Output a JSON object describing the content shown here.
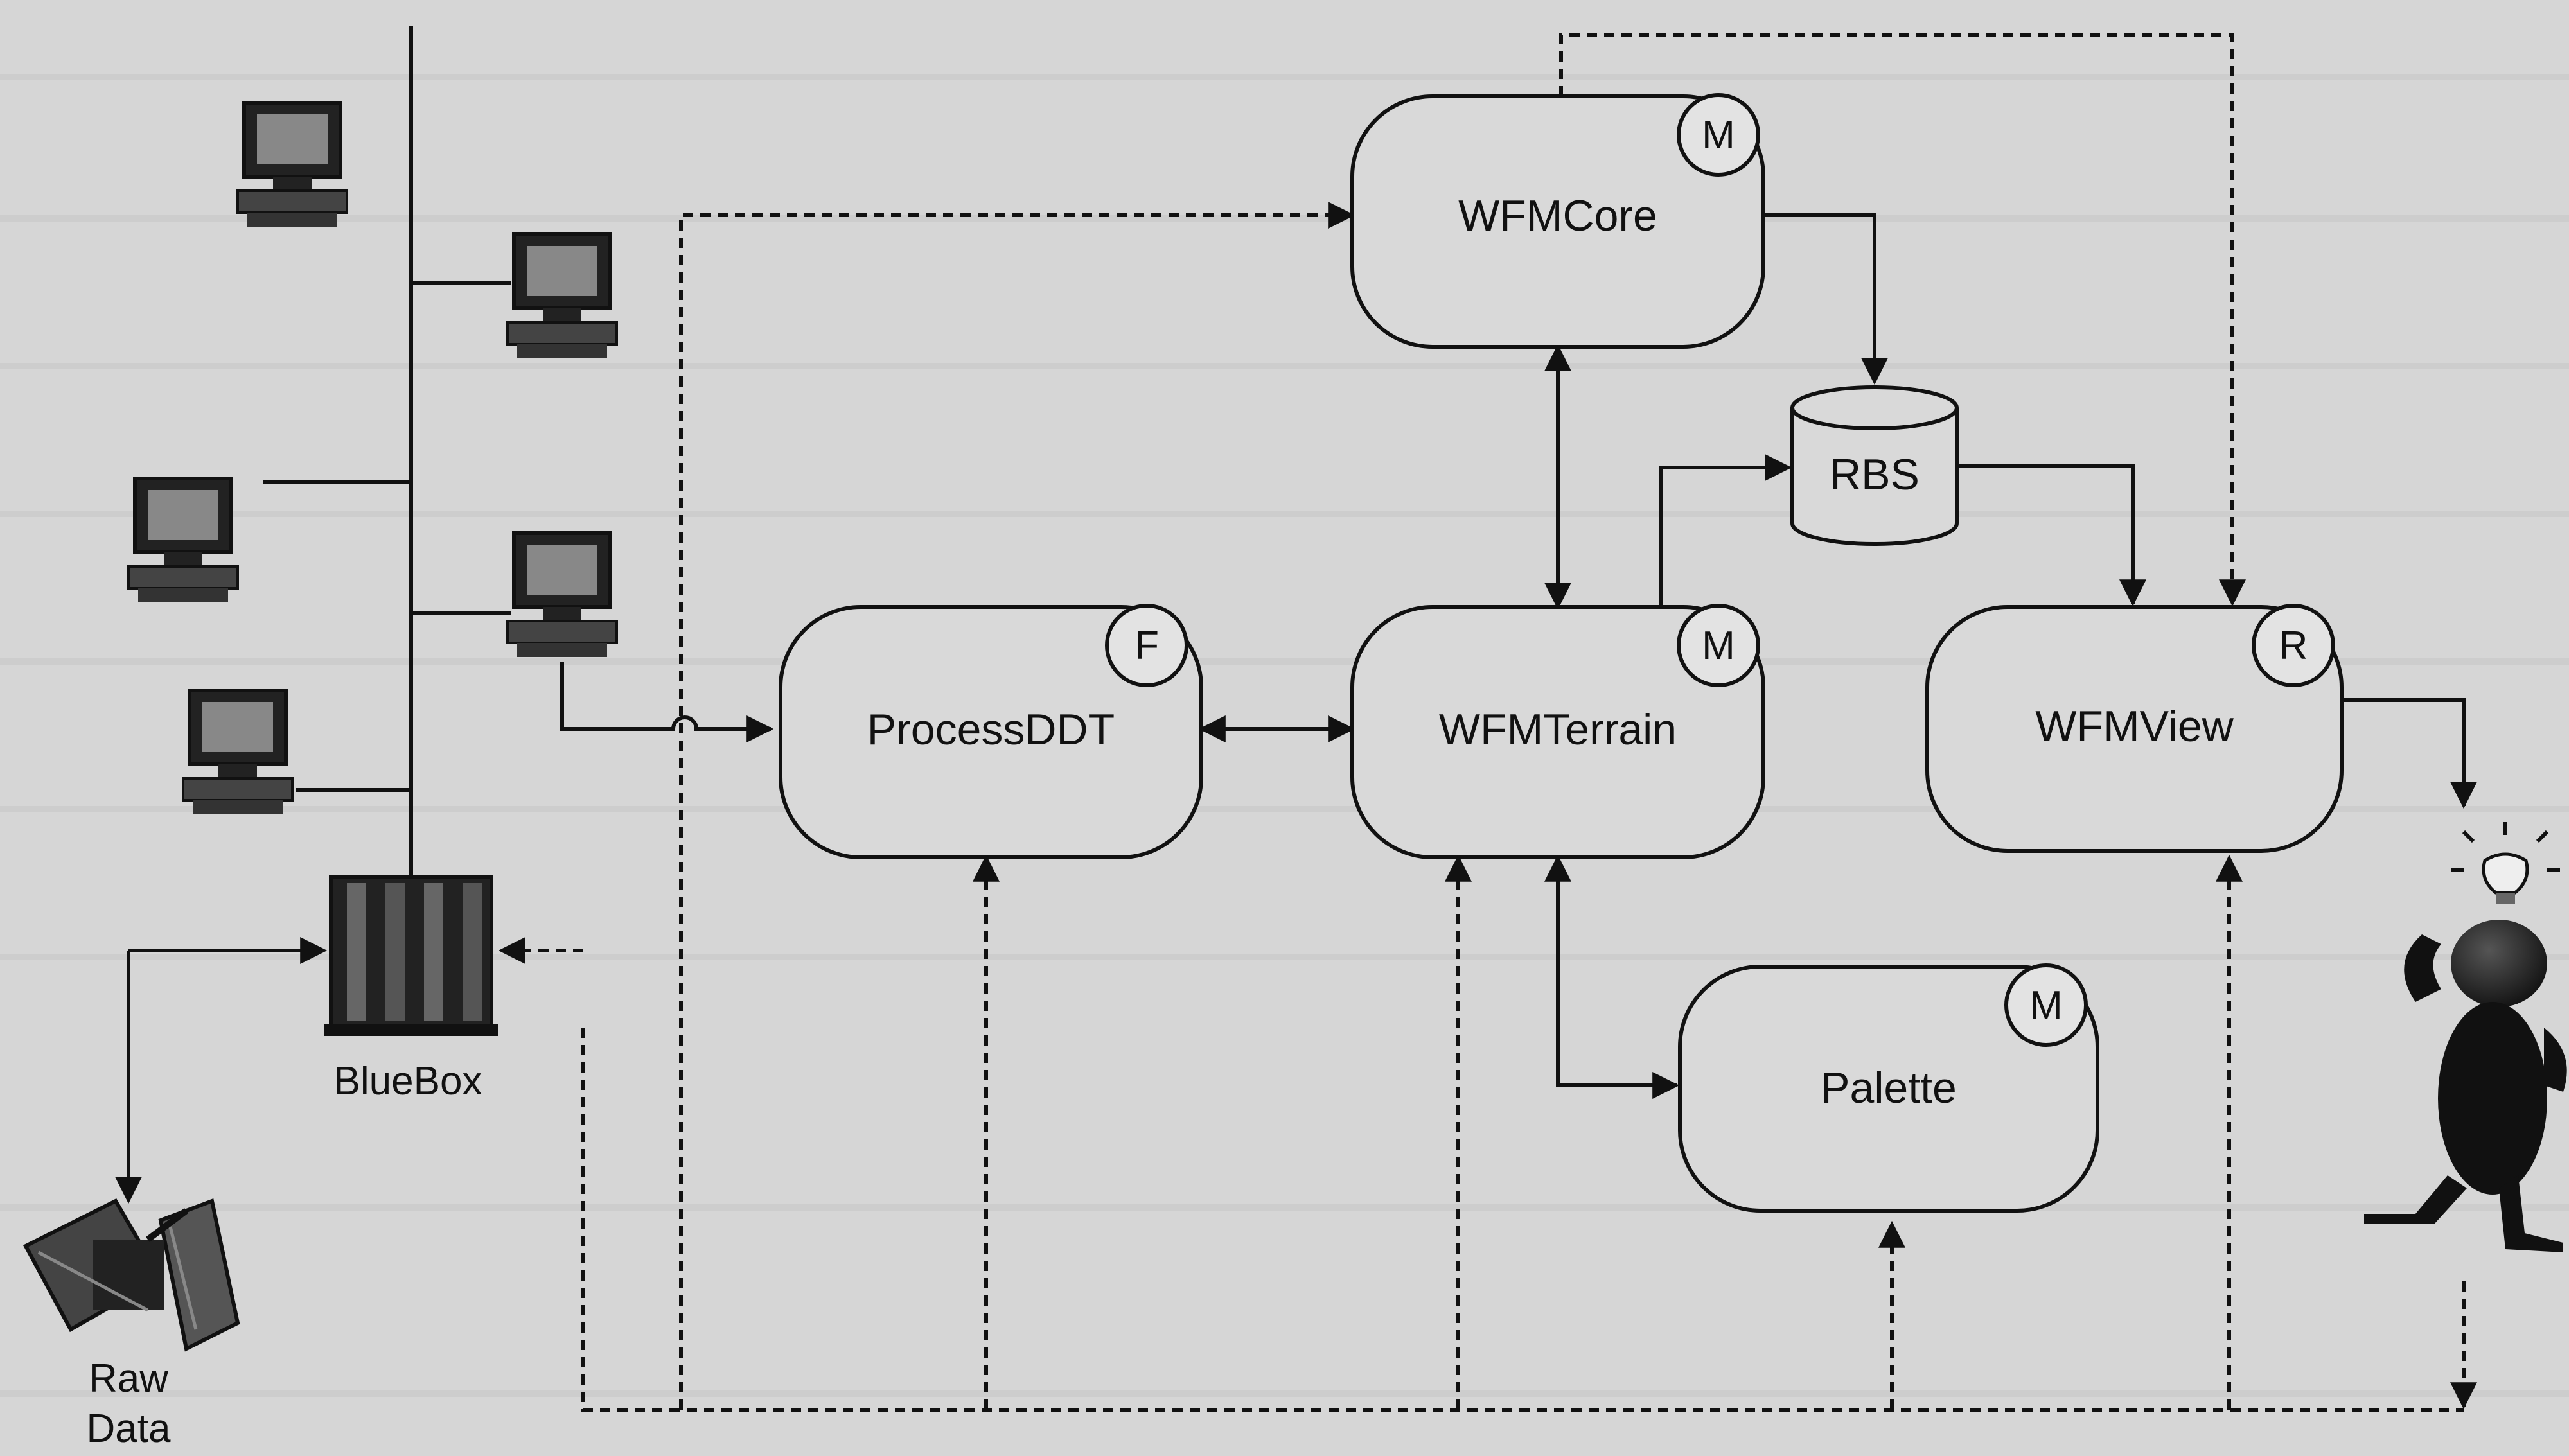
{
  "nodes": {
    "wfmcore": {
      "label": "WFMCore",
      "badge": "M"
    },
    "processddt": {
      "label": "ProcessDDT",
      "badge": "F"
    },
    "wfmterrain": {
      "label": "WFMTerrain",
      "badge": "M"
    },
    "wfmview": {
      "label": "WFMView",
      "badge": "R"
    },
    "palette": {
      "label": "Palette",
      "badge": "M"
    },
    "rbs": {
      "label": "RBS"
    }
  },
  "side": {
    "bluebox": {
      "label": "BlueBox"
    },
    "raw_data": {
      "line1": "Raw",
      "line2": "Data"
    }
  },
  "colors": {
    "background": "#d6d6d6",
    "ink": "#111111"
  }
}
